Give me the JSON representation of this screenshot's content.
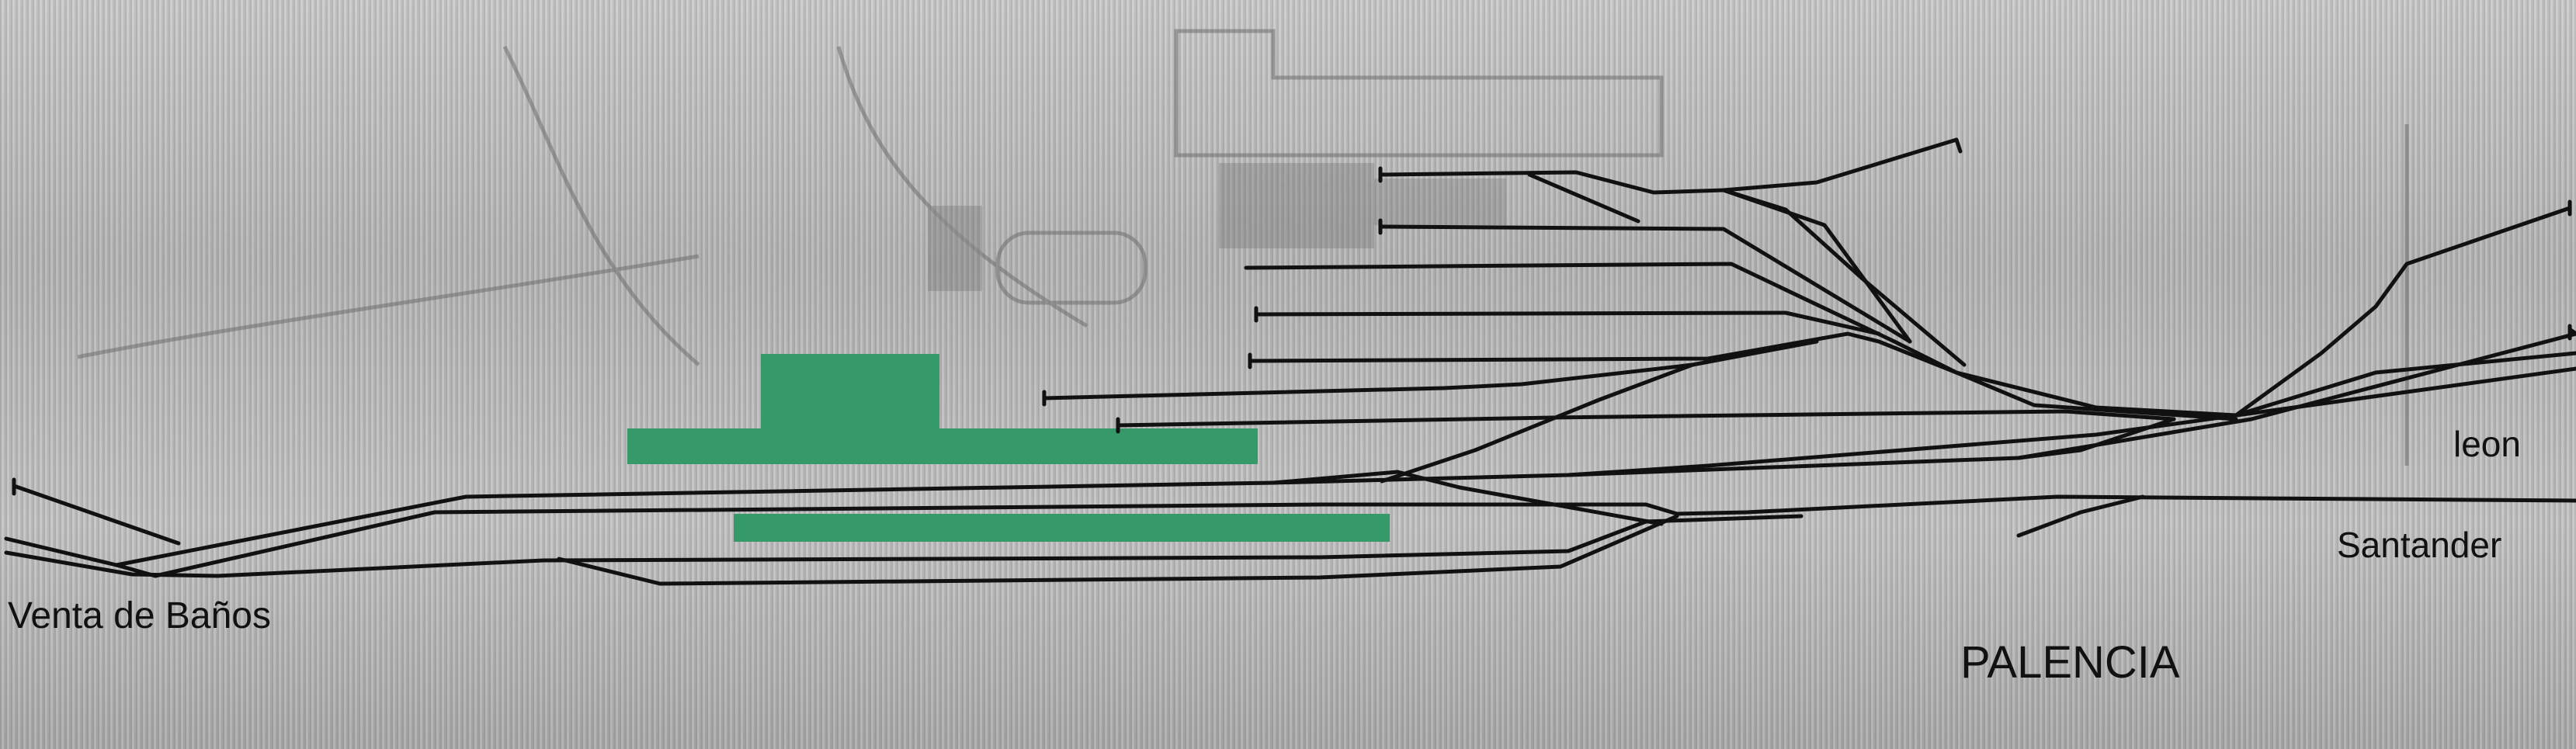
{
  "map": {
    "labels": {
      "venta_de_banos": "Venta de Baños",
      "leon": "leon",
      "santander": "Santander",
      "palencia": "PALENCIA"
    }
  },
  "colors": {
    "track": "#111111",
    "platform": "#36996a",
    "background": "#b9b9b9",
    "faded_print": "#6e6e6e"
  }
}
